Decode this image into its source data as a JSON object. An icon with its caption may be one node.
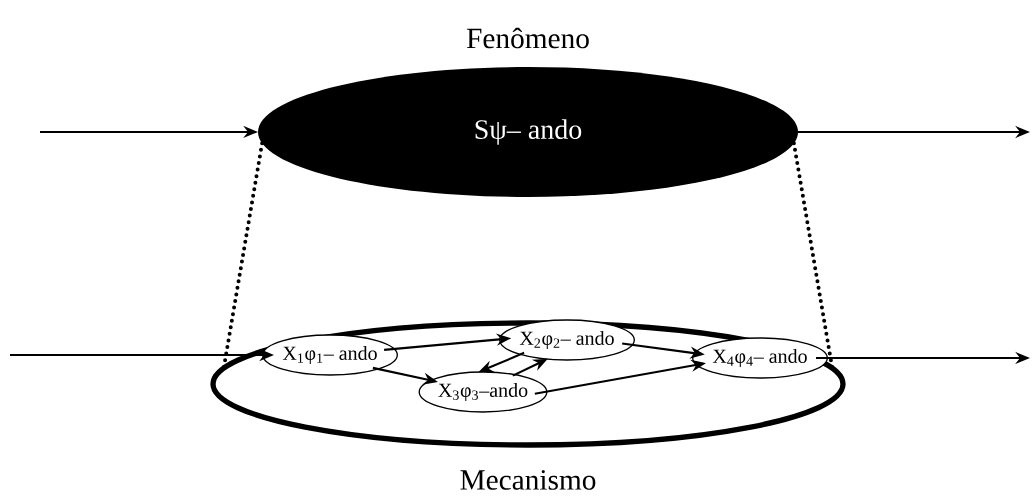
{
  "diagram": {
    "nodes": [
      {
        "text": [
          "Sψ– ando"
        ],
        "beside": [
          "Fenômeno"
        ]
      },
      {
        "text": [],
        "shape": "circle",
        "beside": [
          "Mecanismo"
        ]
      },
      {
        "text": [
          "X$_{1}$φ$_{1}$– ando"
        ],
        "in": 1
      },
      {
        "text": [
          "X$_{2}$φ$_{2}$– ando"
        ],
        "in": 1
      },
      {
        "text": [
          "X$_{3}$φ$_{3}$–ando"
        ],
        "in": 1
      },
      {
        "text": [
          "X$_{4}$φ$_{4}$– ando"
        ],
        "in": 1
      }
    ],
    "edges": [
      {
        "from": null,
        "to": 0,
        "arrow": "to"
      },
      {
        "from": 0,
        "to": null,
        "arrow": "to"
      },
      {
        "from": 0,
        "to": 1,
        "arrow": "none",
        "style": "dashed"
      },
      {
        "from": 0,
        "to": 1,
        "arrow": "none",
        "style": "dashed"
      },
      {
        "from": null,
        "to": 2,
        "arrow": "to"
      },
      {
        "from": 2,
        "to": 3,
        "arrow": "to"
      },
      {
        "from": 2,
        "to": 4,
        "arrow": "to"
      },
      {
        "from": 3,
        "to": 4,
        "arrow": "to"
      },
      {
        "from": 4,
        "to": 3,
        "arrow": "to"
      },
      {
        "from": 3,
        "to": 5,
        "arrow": "to"
      },
      {
        "from": 4,
        "to": 5,
        "arrow": "to"
      },
      {
        "from": 5,
        "to": null,
        "arrow": "to"
      }
    ]
  }
}
